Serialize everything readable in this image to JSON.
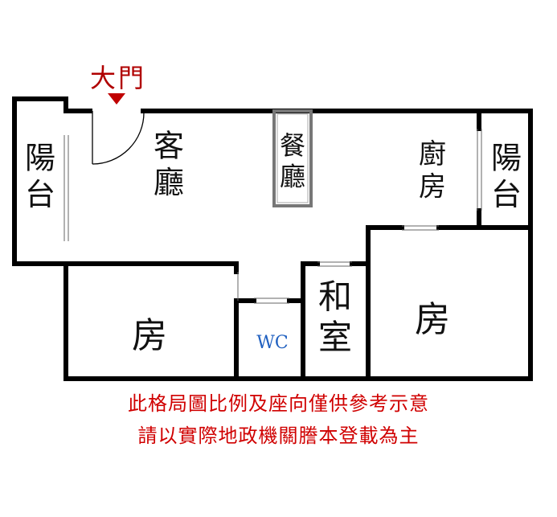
{
  "entrance": {
    "label": "大門"
  },
  "rooms": {
    "balcony_left": "陽台",
    "living_room": "客廳",
    "dining_room": "餐廳",
    "kitchen": "廚房",
    "balcony_right": "陽台",
    "bedroom_left": "房",
    "bathroom": "WC",
    "japanese_room": "和室",
    "bedroom_right": "房"
  },
  "disclaimer": {
    "line1": "此格局圖比例及座向僅供參考示意",
    "line2": "請以實際地政機關謄本登載為主"
  },
  "colors": {
    "wall": "#000000",
    "disclaimer": "#d00000",
    "entrance": "#b00000",
    "wc": "#2060c0",
    "dining_box": "#777777"
  }
}
